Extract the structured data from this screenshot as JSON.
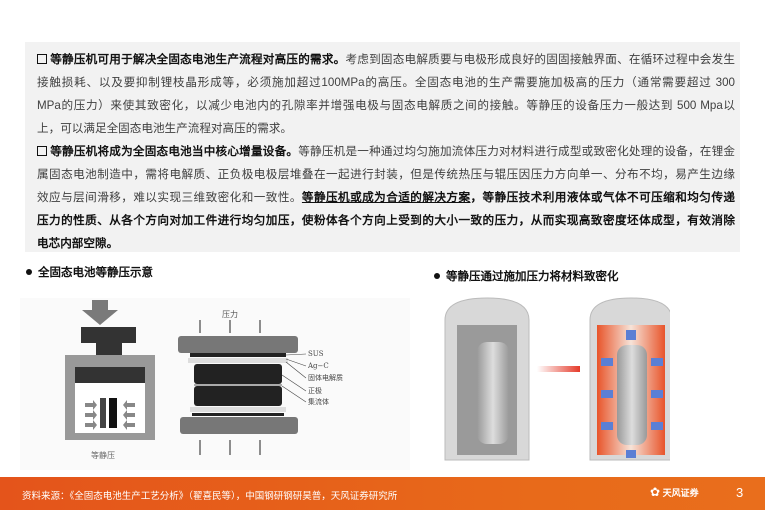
{
  "para1": {
    "l1_bold": "等静压机可用于解决全固态电池生产流程对高压的需求。",
    "l1_rest": "考虑到固态电解质要与电极形成良好的固固接触界面、在循环过程中会发生",
    "l2": "接触损耗、以及要抑制锂枝晶形成等，必须施加超过100MPa的高压。全固态电池的生产需要施加极高的压力（通常需要超过 300",
    "l3": "MPa的压力）来使其致密化，以减少电池内的孔隙率并增强电极与固态电解质之间的接触。等静压的设备压力一般达到 500 Mpa以",
    "l4": "上，可以满足全固态电池生产流程对高压的需求。"
  },
  "para2": {
    "l1_bold": "等静压机将成为全固态电池当中核心增量设备。",
    "l1_rest": "等静压机是一种通过均匀施加流体压力对材料进行成型或致密化处理的设备，在锂金",
    "l2": "属固态电池制造中，需将电解质、正负极电极层堆叠在一起进行封装，但是传统热压与辊压因压力方向单一、分布不均，易产生边缘",
    "l3_plain": "效应与层间滑移，难以实现三维致密化和一致性。",
    "l3_underline": "等静压机或成为合适的解决方案",
    "l3_bold": "，等静压技术利用液体或气体不可压缩和均匀传递",
    "l4": "压力的性质、从各个方向对加工件进行均匀加压，使粉体各个方向上受到的大小一致的压力，从而实现高致密度坯体成型，有效消除",
    "l5": "电芯内部空隙。"
  },
  "figure_left": {
    "caption": "全固态电池等静压示意",
    "press_label": "等静压",
    "force_label": "压力",
    "layers": [
      "SUS",
      "Ag−C",
      "固体电解质",
      "正极",
      "集流体"
    ]
  },
  "figure_right": {
    "caption": "等静压通过施加压力将材料致密化"
  },
  "footer": {
    "source": "资料来源：《全固态电池生产工艺分析》（翟喜民等），中国钢研钢研昊普，天风证券研究所",
    "logo": "天风证券",
    "page": "3"
  },
  "colors": {
    "footer": "#e4541b",
    "box": "#f2f2f2"
  }
}
